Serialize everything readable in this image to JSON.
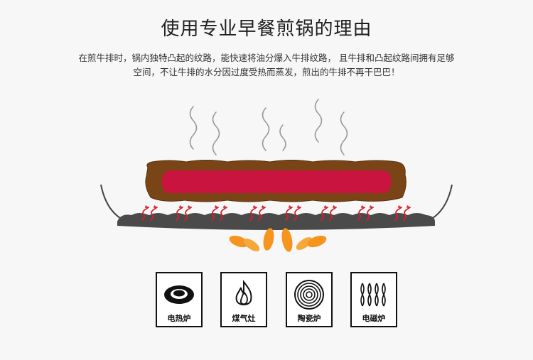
{
  "title": "使用专业早餐煎锅的理由",
  "description": {
    "line1": "在煎牛排时，锅内独特凸起的纹路，能快速将油分爆入牛排纹路，  且牛排和凸起纹路间拥有足够",
    "line2": "空间，不让牛排的水分因过度受热而蒸发，煎出的牛排不再干巴巴！"
  },
  "stoves": [
    {
      "label": "电热炉",
      "icon": "electric-stove-icon"
    },
    {
      "label": "煤气灶",
      "icon": "gas-flame-icon"
    },
    {
      "label": "陶瓷炉",
      "icon": "ceramic-coil-icon"
    },
    {
      "label": "电磁炉",
      "icon": "induction-coil-icon"
    }
  ],
  "colors": {
    "steak_crust": "#7a4516",
    "steak_meat": "#c8143e",
    "pan": "#4a4a4a",
    "heat_arrow": "#d4202a",
    "flame": "#f5941f"
  }
}
